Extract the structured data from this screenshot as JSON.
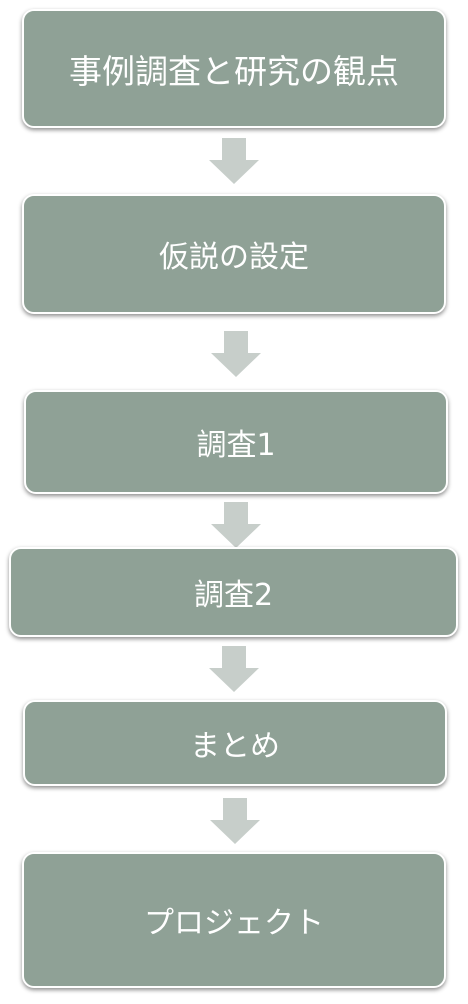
{
  "flow": {
    "steps": [
      {
        "label": "事例調査と研究の観点"
      },
      {
        "label": "仮説の設定"
      },
      {
        "label": "調査1"
      },
      {
        "label": "調査2"
      },
      {
        "label": "まとめ"
      },
      {
        "label": "プロジェクト"
      }
    ]
  },
  "colors": {
    "box_fill": "#8fa196",
    "box_text": "#ffffff",
    "arrow_fill": "#c7ceca"
  },
  "icons": {
    "connector": "down-arrow-icon"
  }
}
